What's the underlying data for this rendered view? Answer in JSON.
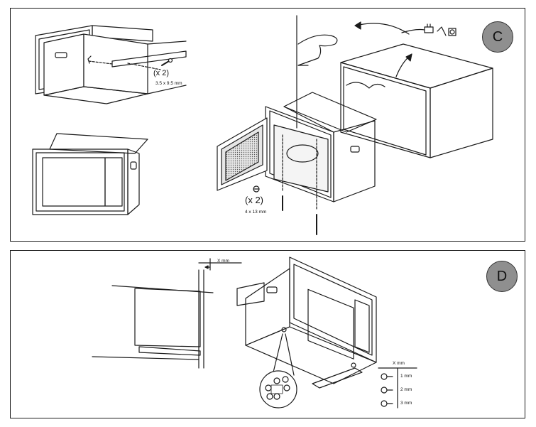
{
  "panels": {
    "c": {
      "badge": "C"
    },
    "d": {
      "badge": "D"
    }
  },
  "labels": {
    "screw_small_qty": "(x 2)",
    "screw_small_size": "3.5 x 9.5 mm",
    "screw_large_qty": "(x 2)",
    "screw_large_size": "4 x 13 mm",
    "gap_top": "X mm",
    "gap_table_header": "X mm",
    "gap_1": "1 mm",
    "gap_2": "2 mm",
    "gap_3": "3 mm"
  },
  "icons": [
    "plug-icon",
    "unplug-cord-icon",
    "rotate-arrow-icon",
    "hand-icon",
    "screw-icon",
    "adjustable-foot-icon"
  ]
}
